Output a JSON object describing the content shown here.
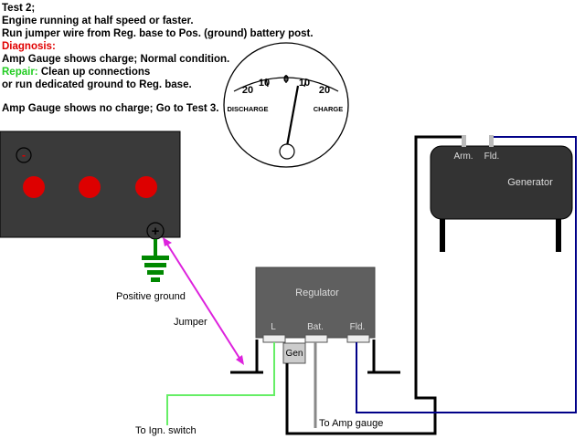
{
  "instructions": {
    "title": "Test 2;",
    "line1": "Engine running at half speed or faster.",
    "line2": "Run jumper wire from Reg. base to Pos. (ground) battery post.",
    "diagnosis_label": "Diagnosis:",
    "diagnosis_text": "Amp Gauge shows charge; Normal condition.",
    "repair_label": "Repair:",
    "repair_text": " Clean up connections",
    "repair_text2": "or run dedicated ground to Reg. base.",
    "nocharge_text": "Amp Gauge shows no charge; Go to Test 3."
  },
  "gauge": {
    "scale_left": [
      "20",
      "10"
    ],
    "zero": "0",
    "scale_right": [
      "10",
      "20"
    ],
    "discharge_label": "DISCHARGE",
    "charge_label": "CHARGE"
  },
  "battery": {
    "negative_symbol": "-",
    "positive_symbol": "+"
  },
  "labels": {
    "positive_ground": "Positive ground",
    "jumper": "Jumper",
    "to_ign_switch": "To Ign. switch",
    "to_amp_gauge": "To Amp gauge"
  },
  "regulator": {
    "title": "Regulator",
    "terminal_l": "L",
    "terminal_bat": "Bat.",
    "terminal_fld": "Fld.",
    "terminal_gen": "Gen"
  },
  "generator": {
    "title": "Generator",
    "terminal_arm": "Arm.",
    "terminal_fld": "Fld."
  },
  "colors": {
    "battery_body": "#3a3a3a",
    "battery_cell": "#dd0000",
    "regulator_body": "#5f5f5f",
    "generator_body": "#333333",
    "jumper_wire": "#dd22dd",
    "ground_symbol": "#008800",
    "ign_wire": "#66ee66",
    "amp_wire": "#888888",
    "field_wire": "#000088",
    "diagnosis": "#e00000",
    "repair": "#22cc22"
  }
}
